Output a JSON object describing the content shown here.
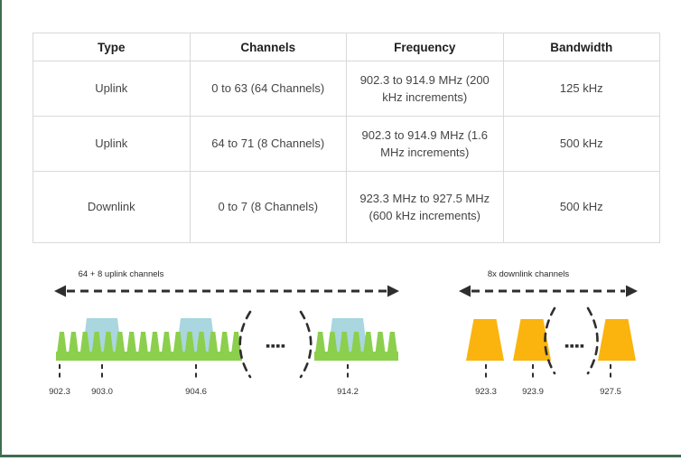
{
  "page": {
    "frame_color": "#3f6d52",
    "background": "#ffffff"
  },
  "table": {
    "headers": [
      "Type",
      "Channels",
      "Frequency",
      "Bandwidth"
    ],
    "rows": [
      [
        "Uplink",
        "0 to 63 (64 Channels)",
        "902.3 to 914.9 MHz (200 kHz increments)",
        "125 kHz"
      ],
      [
        "Uplink",
        "64 to 71 (8 Channels)",
        "902.3 to 914.9 MHz (1.6 MHz increments)",
        "500 kHz"
      ],
      [
        "Downlink",
        "0 to 7 (8 Channels)",
        "923.3 MHz to 927.5 MHz (600 kHz increments)",
        "500 kHz"
      ]
    ]
  },
  "diagram": {
    "ink_color": "#2e2e2e",
    "label_color": "#2a2a2a",
    "uplink": {
      "label": "64 + 8 uplink channels",
      "ticks": [
        "902.3",
        "903.0",
        "904.6",
        "914.2"
      ],
      "narrow_channel_color": "#8ccf4d",
      "wide_channel_color": "#a9d6df"
    },
    "downlink": {
      "label": "8x downlink channels",
      "ticks": [
        "923.3",
        "923.9",
        "927.5"
      ],
      "channel_color": "#fbb40e"
    },
    "break_dots": "...."
  }
}
